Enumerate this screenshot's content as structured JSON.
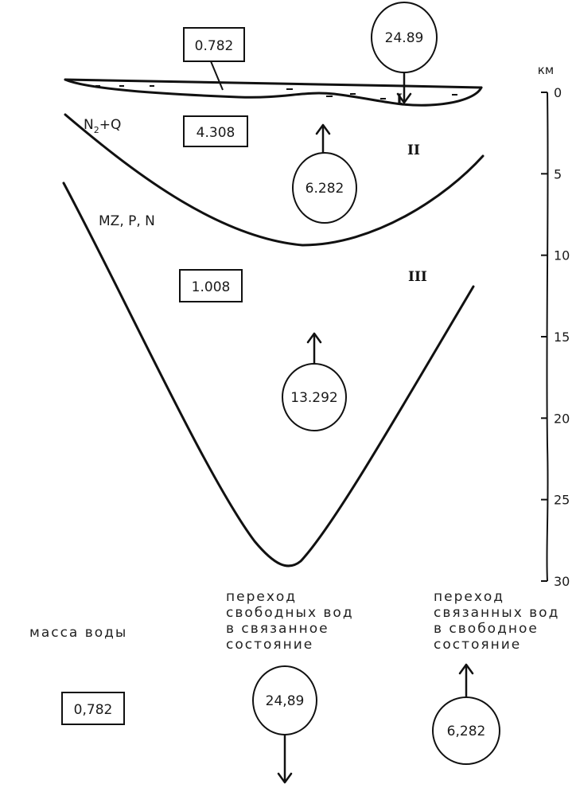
{
  "layers": {
    "n2q_label": {
      "base": "N",
      "sub": "2",
      "rest": "+Q"
    },
    "mz_label": "MZ, P, N",
    "roman_1": "I",
    "roman_2": "II",
    "roman_3": "III"
  },
  "values": {
    "box_top": "0.782",
    "box_middle": "4.308",
    "box_bottom": "1.008",
    "circle_top": "24.89",
    "circle_middle": "6.282",
    "circle_bottom": "13.292"
  },
  "scale": {
    "unit": "км",
    "ticks": [
      "0",
      "5",
      "10",
      "15",
      "20",
      "25",
      "30"
    ]
  },
  "legend": {
    "mass_label": "масса воды",
    "mass_value": "0,782",
    "free_to_bound": [
      "переход",
      "свободных вод",
      "в связанное",
      "состояние"
    ],
    "free_to_bound_value": "24,89",
    "bound_to_free": [
      "переход",
      "связанных вод",
      "в свободное",
      "состояние"
    ],
    "bound_to_free_value": "6,282"
  }
}
